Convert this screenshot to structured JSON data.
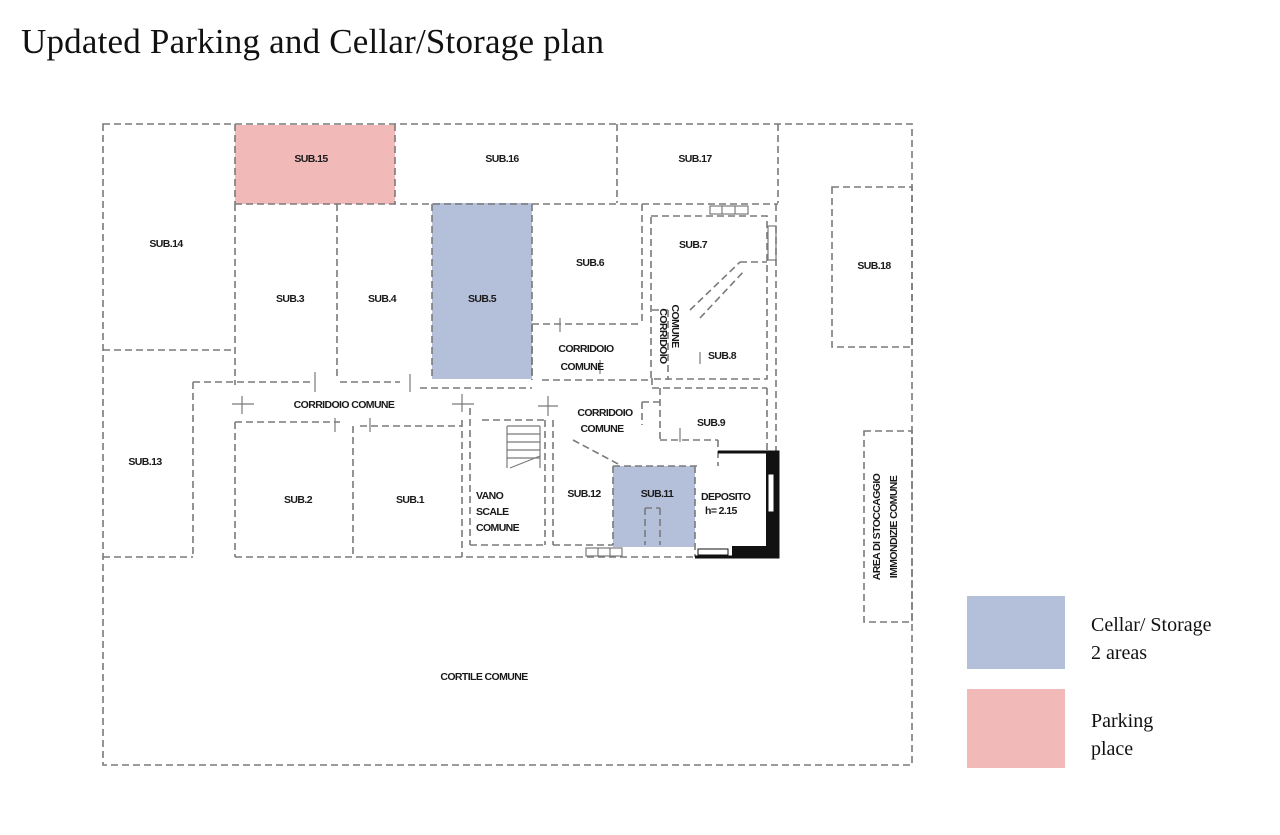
{
  "title": "Updated Parking and Cellar/Storage plan",
  "colors": {
    "cellar": "#b4bfd9",
    "parking": "#f2b9b9",
    "wall": "#7a7a7a",
    "solid_wall": "#111111"
  },
  "rooms": {
    "sub15": "SUB.15",
    "sub16": "SUB.16",
    "sub17": "SUB.17",
    "sub14": "SUB.14",
    "sub18": "SUB.18",
    "sub3": "SUB.3",
    "sub4": "SUB.4",
    "sub5": "SUB.5",
    "sub6": "SUB.6",
    "sub7": "SUB.7",
    "sub8": "SUB.8",
    "sub9": "SUB.9",
    "sub13": "SUB.13",
    "sub2": "SUB.2",
    "sub1": "SUB.1",
    "sub12": "SUB.12",
    "sub11": "SUB.11",
    "corridoio_comune_main": "CORRIDOIO COMUNE",
    "corridoio_1": "CORRIDOIO",
    "comune_1": "COMUNE",
    "corridoio_2": "CORRIDOIO",
    "comune_2": "COMUNE",
    "corridoio_vertical": "CORRIDOIO",
    "comune_vertical": "COMUNE",
    "vano": "VANO",
    "scale": "SCALE",
    "comune_scale": "COMUNE",
    "deposito": "DEPOSITO",
    "deposito_h": "h= 2.15",
    "area_stoccaggio": "AREA DI STOCCAGGIO",
    "immondizie_comune": "IMMONDIZIE COMUNE",
    "cortile_comune": "CORTILE COMUNE"
  },
  "legend": {
    "cellar_line1": "Cellar/ Storage",
    "cellar_line2": "2 areas",
    "parking_line1": "Parking",
    "parking_line2": "place"
  }
}
